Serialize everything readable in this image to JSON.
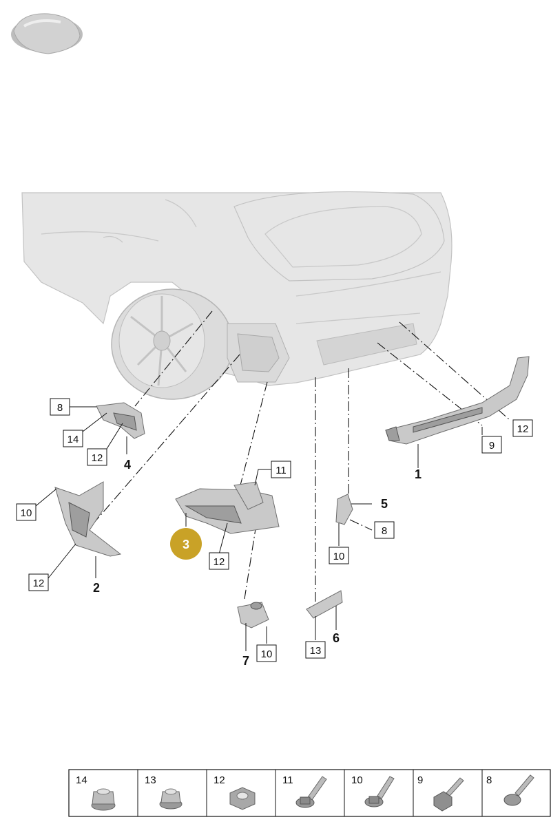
{
  "callouts": {
    "c8a": "8",
    "c14a": "14",
    "c12a": "12",
    "c4": "4",
    "c10a": "10",
    "c12b": "12",
    "c2": "2",
    "c3": "3",
    "c12c": "12",
    "c11": "11",
    "c7": "7",
    "c10b": "10",
    "c13": "13",
    "c6": "6",
    "c5": "5",
    "c8b": "8",
    "c10c": "10",
    "c1": "1",
    "c9": "9",
    "c12d": "12"
  },
  "hardware": [
    {
      "num": "14",
      "icon": "flange-nut-icon"
    },
    {
      "num": "13",
      "icon": "cage-nut-icon"
    },
    {
      "num": "12",
      "icon": "hex-nut-icon"
    },
    {
      "num": "11",
      "icon": "flange-bolt-icon"
    },
    {
      "num": "10",
      "icon": "flange-bolt-icon"
    },
    {
      "num": "9",
      "icon": "hex-bolt-icon"
    },
    {
      "num": "8",
      "icon": "pan-screw-icon"
    }
  ],
  "colors": {
    "highlight": "#c9a227",
    "car": "#e6e6e6",
    "line": "#111111"
  }
}
